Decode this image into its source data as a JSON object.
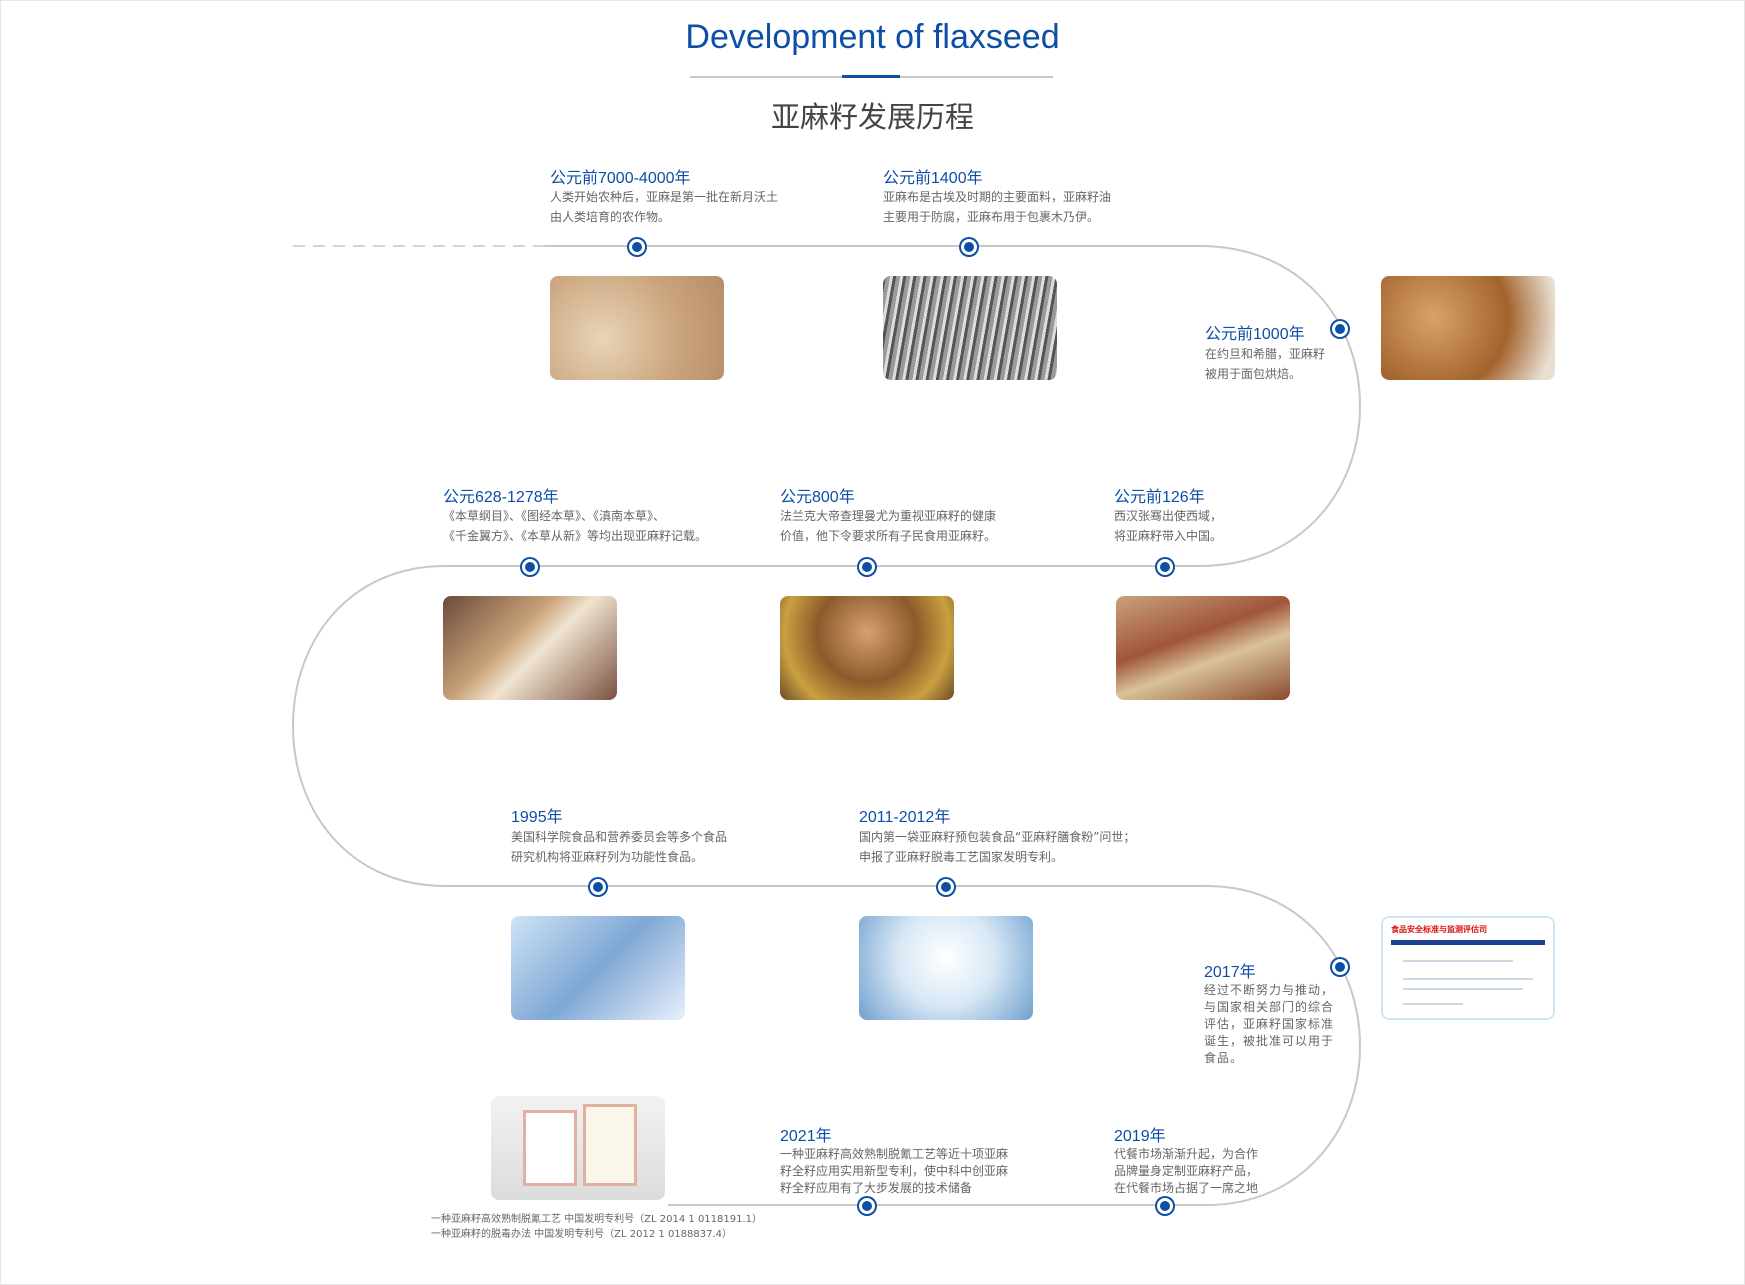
{
  "header": {
    "title_en": "Development of flaxseed",
    "title_cn": "亚麻籽发展历程"
  },
  "colors": {
    "accent": "#0d4ea6",
    "line": "#c8c8c8",
    "text": "#666666"
  },
  "events": [
    {
      "year": "公元前7000-4000年",
      "desc": [
        "人类开始农种后，亚麻是第一批在新月沃土",
        "由人类培育的农作物。"
      ],
      "image": "flax-field-photo"
    },
    {
      "year": "公元前1400年",
      "desc": [
        "亚麻布是古埃及时期的主要面料，亚麻籽油",
        "主要用于防腐，亚麻布用于包裹木乃伊。"
      ],
      "image": "egypt-engraving"
    },
    {
      "year": "公元前1000年",
      "desc": [
        "在约旦和希腊，亚麻籽",
        "被用于面包烘焙。"
      ],
      "image": "bread-photo"
    },
    {
      "year": "公元前126年",
      "desc": [
        "西汉张骞出使西域，",
        "将亚麻籽带入中国。"
      ],
      "image": "silk-road-painting"
    },
    {
      "year": "公元800年",
      "desc": [
        "法兰克大帝查理曼尤为重视亚麻籽的健康",
        "价值，他下令要求所有子民食用亚麻籽。"
      ],
      "image": "charlemagne-portrait"
    },
    {
      "year": "公元628-1278年",
      "desc": [
        "《本草纲目》、《图经本草》、《滇南本草》、",
        "《千金翼方》、《本草从新》等均出现亚麻籽记载。"
      ],
      "image": "herbal-medicine-photo"
    },
    {
      "year": "1995年",
      "desc": [
        "美国科学院食品和营养委员会等多个食品",
        "研究机构将亚麻籽列为功能性食品。"
      ],
      "image": "microscope-photo"
    },
    {
      "year": "2011-2012年",
      "desc": [
        "国内第一袋亚麻籽预包装食品“亚麻籽膳食粉”问世；",
        "申报了亚麻籽脱毒工艺国家发明专利。"
      ],
      "image": "product-package-photo"
    },
    {
      "year": "2017年",
      "desc": [
        "经过不断努力与推动，与国家相关部门的综合评估，亚麻籽国家标准诞生，被批准可以用于食品。"
      ],
      "image": "government-document",
      "doc_heading": "食品安全标准与监测评估司"
    },
    {
      "year": "2019年",
      "desc": [
        "代餐市场渐渐升起，为合作品牌量身定制亚麻籽产品，在代餐市场占据了一席之地"
      ]
    },
    {
      "year": "2021年",
      "desc": [
        "一种亚麻籽高效熟制脱氰工艺等近十项亚麻籽全籽应用实用新型专利，使中科中创亚麻籽全籽应用有了大步发展的技术储备"
      ],
      "image": "patent-certificates"
    }
  ],
  "patents": [
    "一种亚麻籽高效熟制脱氰工艺 中国发明专利号（ZL 2014 1 0118191.1）",
    "一种亚麻籽的脱毒办法 中国发明专利号（ZL 2012 1 0188837.4）"
  ]
}
